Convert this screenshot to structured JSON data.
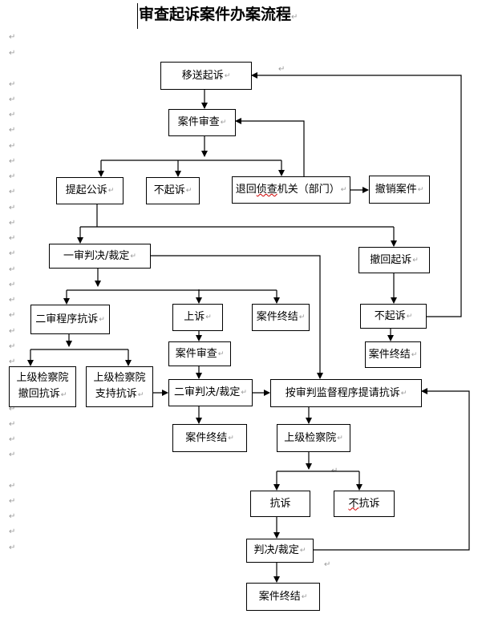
{
  "document": {
    "title": "审查起诉案件办案流程",
    "paragraph_mark": "↵"
  },
  "flowchart": {
    "nodes": {
      "transfer_prosecution": "移送起诉",
      "case_review_1": "案件审查",
      "initiate_public_prosecution": "提起公诉",
      "no_prosecution_1": "不起诉",
      "return_to_investigation": "退回侦查机关（部门）",
      "return_to_investigation_parts": [
        "退回",
        "侦查",
        "机关（部门）"
      ],
      "revoke_case": "撤销案件",
      "first_instance_judgment": "一审判决/裁定",
      "withdraw_prosecution": "撤回起诉",
      "second_instance_protest": "二审程序抗诉",
      "appeal": "上诉",
      "case_closed_1": "案件终结",
      "no_prosecution_2": "不起诉",
      "case_closed_2": "案件终结",
      "superior_withdraw_protest": [
        "上级检察院",
        "撤回抗诉"
      ],
      "superior_support_protest": [
        "上级检察院",
        "支持抗诉"
      ],
      "case_review_2": "案件审查",
      "second_instance_judgment": "二审判决/裁定",
      "trial_supervision_protest": "按审判监督程序提请抗诉",
      "case_closed_3": "案件终结",
      "superior_procuratorate": "上级检察院",
      "protest": "抗诉",
      "no_protest": "不抗诉",
      "no_protest_parts": [
        "不",
        "抗诉"
      ],
      "judgment_ruling": "判决/裁定",
      "case_closed_4": "案件终结"
    },
    "edges": [
      {
        "from": "移送起诉",
        "to": "案件审查"
      },
      {
        "from": "案件审查",
        "to": "提起公诉"
      },
      {
        "from": "案件审查",
        "to": "不起诉"
      },
      {
        "from": "案件审查",
        "to": "退回侦查机关（部门）"
      },
      {
        "from": "退回侦查机关（部门）",
        "to": "案件审查"
      },
      {
        "from": "退回侦查机关（部门）",
        "to": "撤销案件"
      },
      {
        "from": "提起公诉",
        "to": "一审判决/裁定"
      },
      {
        "from": "提起公诉",
        "to": "撤回起诉"
      },
      {
        "from": "撤回起诉",
        "to": "不起诉"
      },
      {
        "from": "不起诉",
        "to": "移送起诉"
      },
      {
        "from": "不起诉",
        "to": "案件终结"
      },
      {
        "from": "一审判决/裁定",
        "to": "二审程序抗诉"
      },
      {
        "from": "一审判决/裁定",
        "to": "上诉"
      },
      {
        "from": "一审判决/裁定",
        "to": "案件终结"
      },
      {
        "from": "一审判决/裁定",
        "to": "按审判监督程序提请抗诉"
      },
      {
        "from": "二审程序抗诉",
        "to": "上级检察院撤回抗诉"
      },
      {
        "from": "二审程序抗诉",
        "to": "上级检察院支持抗诉"
      },
      {
        "from": "上级检察院支持抗诉",
        "to": "二审判决/裁定"
      },
      {
        "from": "上诉",
        "to": "案件审查"
      },
      {
        "from": "案件审查",
        "to": "二审判决/裁定"
      },
      {
        "from": "二审判决/裁定",
        "to": "案件终结"
      },
      {
        "from": "二审判决/裁定",
        "to": "按审判监督程序提请抗诉"
      },
      {
        "from": "按审判监督程序提请抗诉",
        "to": "上级检察院"
      },
      {
        "from": "上级检察院",
        "to": "抗诉"
      },
      {
        "from": "上级检察院",
        "to": "不抗诉"
      },
      {
        "from": "抗诉",
        "to": "判决/裁定"
      },
      {
        "from": "判决/裁定",
        "to": "案件终结"
      },
      {
        "from": "判决/裁定",
        "to": "按审判监督程序提请抗诉"
      }
    ]
  }
}
